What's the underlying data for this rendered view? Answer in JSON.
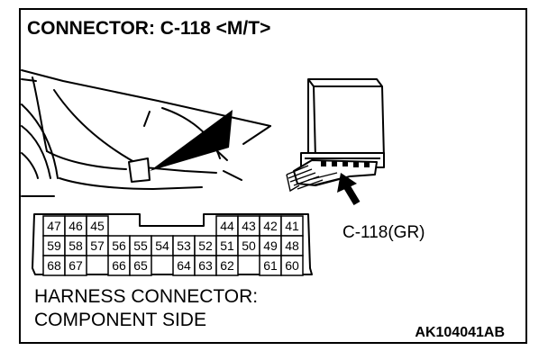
{
  "title": "CONNECTOR: C-118 <M/T>",
  "connector_callout": "C-118(GR)",
  "view_label_line1": "HARNESS CONNECTOR:",
  "view_label_line2": "COMPONENT SIDE",
  "figure_code": "AK104041AB",
  "pins": {
    "row1_left": [
      "47",
      "46",
      "45"
    ],
    "row1_right": [
      "44",
      "43",
      "42",
      "41"
    ],
    "row2": [
      "59",
      "58",
      "57",
      "56",
      "55",
      "54",
      "53",
      "52",
      "51",
      "50",
      "49",
      "48"
    ],
    "row3_a": [
      "68",
      "67"
    ],
    "row3_b": [
      "66",
      "65"
    ],
    "row3_c": [
      "64",
      "63",
      "62"
    ],
    "row3_d": [
      "61",
      "60"
    ]
  }
}
